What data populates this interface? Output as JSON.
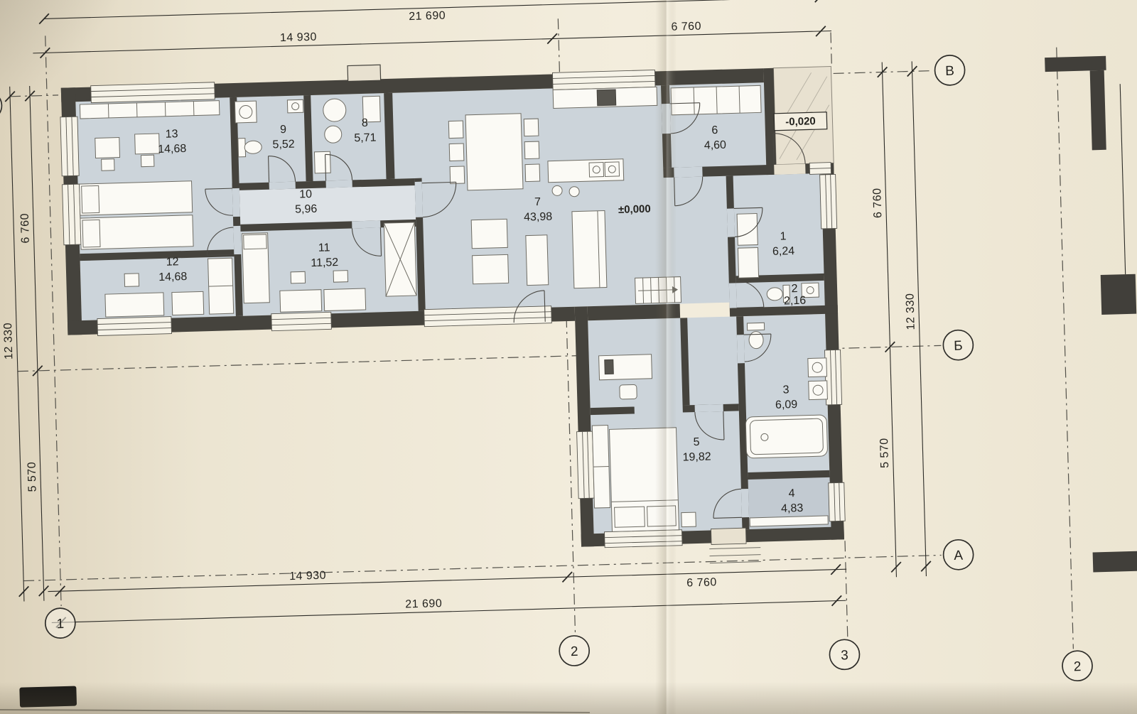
{
  "levels": {
    "zero": "±0,000",
    "entry": "-0,020"
  },
  "grid": {
    "rows": [
      {
        "label": "В"
      },
      {
        "label": "Б"
      },
      {
        "label": "А"
      }
    ],
    "cols": [
      {
        "label": "1"
      },
      {
        "label": "2"
      },
      {
        "label": "3"
      }
    ],
    "far_col": {
      "label": "2"
    }
  },
  "dims": {
    "top_total": "21 690",
    "top_seg1": "14 930",
    "top_seg2": "6 760",
    "bottom_seg1": "14 930",
    "bottom_seg2": "6 760",
    "bottom_total": "21 690",
    "left_seg1": "6 760",
    "left_seg2": "5 570",
    "left_total": "12 330",
    "right_seg1": "6 760",
    "right_seg2": "5 570",
    "right_total": "12 330"
  },
  "rooms": [
    {
      "num": "1",
      "area": "6,24"
    },
    {
      "num": "2",
      "area": "2,16"
    },
    {
      "num": "3",
      "area": "6,09"
    },
    {
      "num": "4",
      "area": "4,83"
    },
    {
      "num": "5",
      "area": "19,82"
    },
    {
      "num": "6",
      "area": "4,60"
    },
    {
      "num": "7",
      "area": "43,98"
    },
    {
      "num": "8",
      "area": "5,71"
    },
    {
      "num": "9",
      "area": "5,52"
    },
    {
      "num": "10",
      "area": "5,96"
    },
    {
      "num": "11",
      "area": "11,52"
    },
    {
      "num": "12",
      "area": "14,68"
    },
    {
      "num": "13",
      "area": "14,68"
    }
  ]
}
